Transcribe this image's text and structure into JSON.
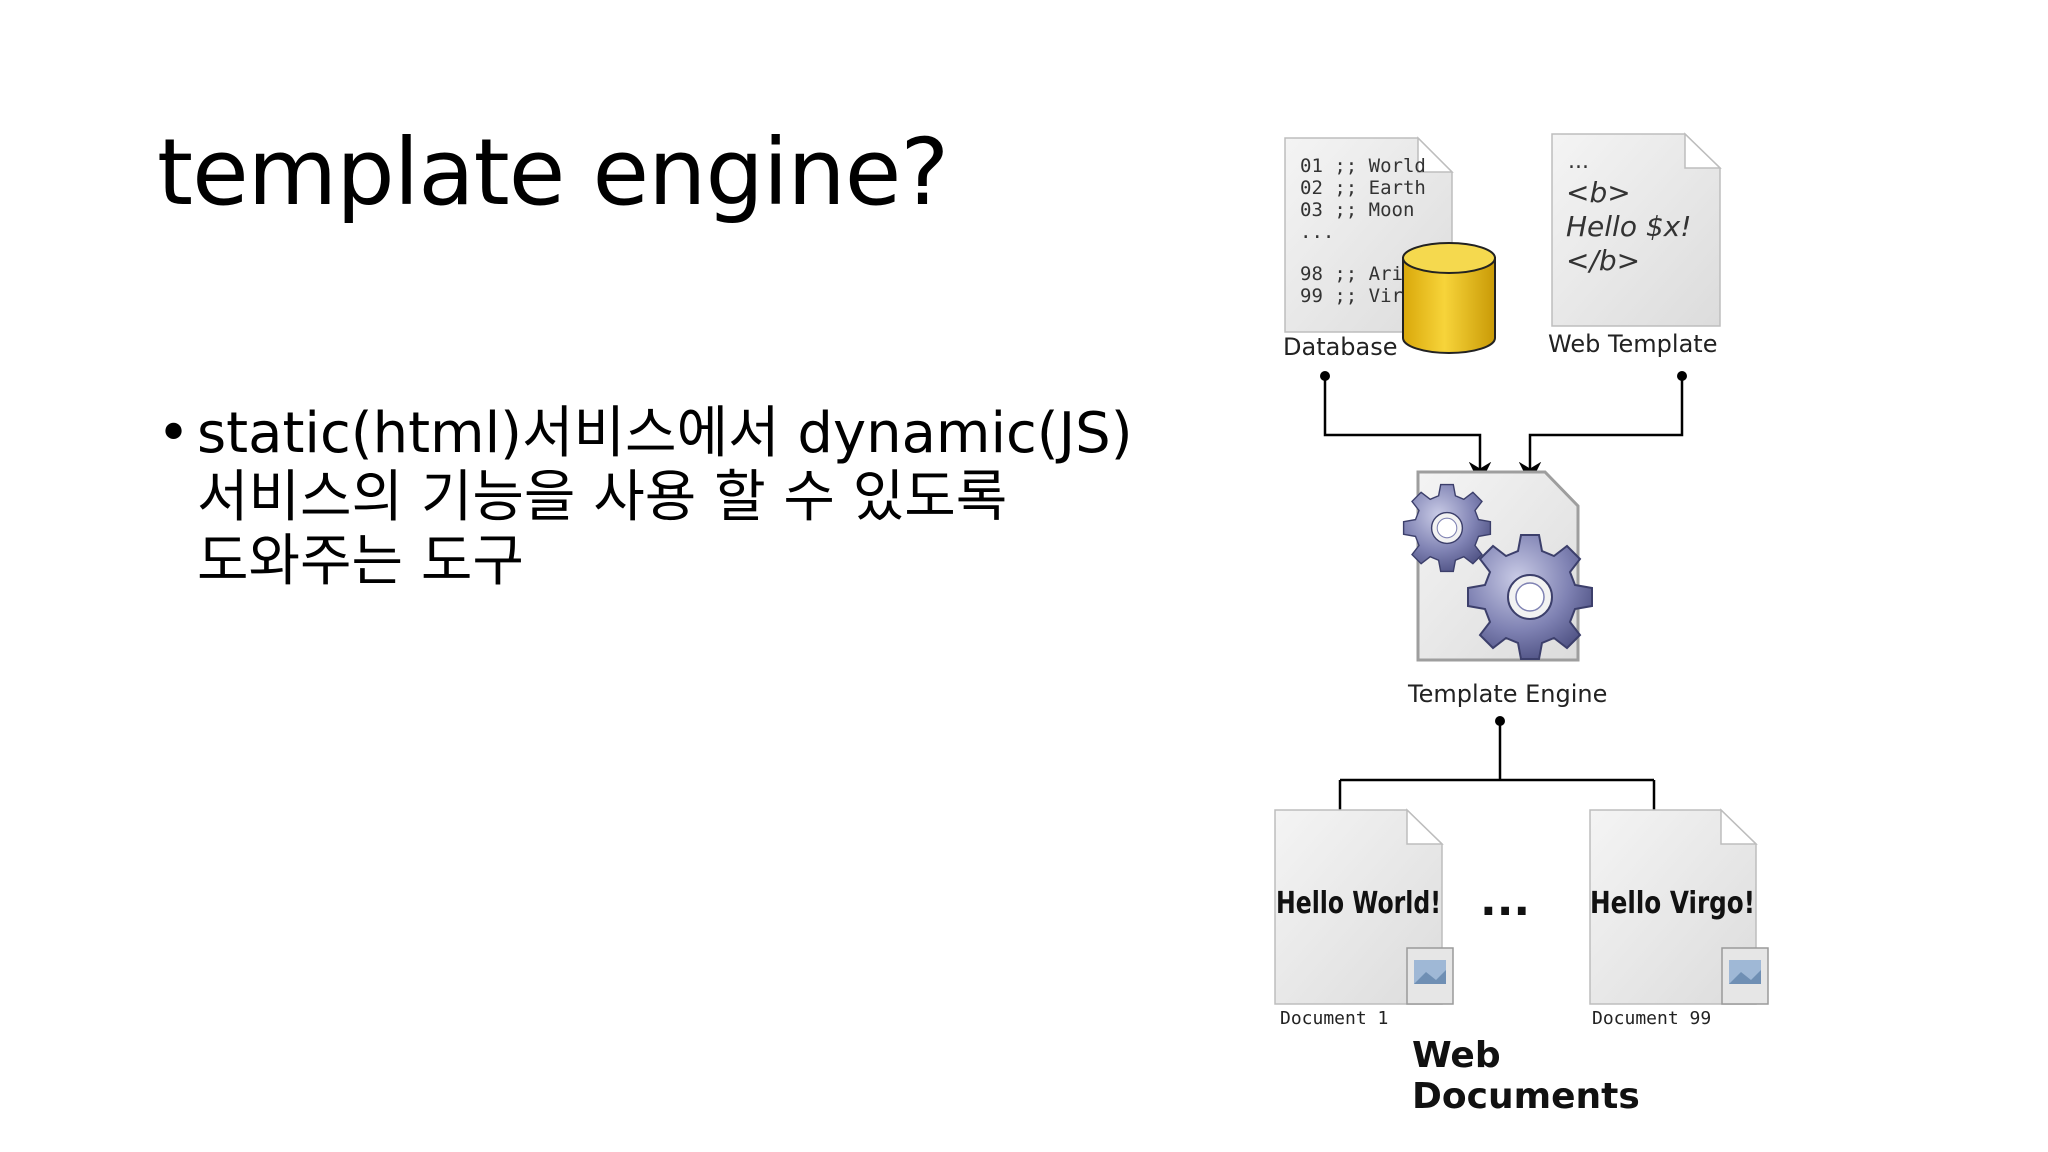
{
  "slide": {
    "title": "template engine?",
    "bullets": [
      {
        "marker": "•",
        "lines": [
          "static(html)서비스에서 dynamic(JS)",
          "서비스의 기능을 사용 할 수 있도록",
          "도와주는 도구"
        ]
      }
    ]
  },
  "diagram": {
    "database": {
      "rows": [
        "01 ;; World",
        "02 ;; Earth",
        "03 ;; Moon",
        "...",
        "98 ;; Aries",
        "99 ;; Virgo"
      ],
      "label": "Database",
      "cylinder_color": "#f2c81a"
    },
    "web_template": {
      "lines": [
        "...",
        "<b>",
        "Hello $x!",
        "</b>"
      ],
      "label": "Web Template"
    },
    "engine": {
      "label": "Template Engine",
      "gear_color": "#7f82b3"
    },
    "documents": [
      {
        "content": "Hello World!",
        "label": "Document 1"
      },
      {
        "content": "Hello Virgo!",
        "label": "Document 99"
      }
    ],
    "ellipsis": "...",
    "group_label_lines": [
      "Web",
      "Documents"
    ]
  }
}
